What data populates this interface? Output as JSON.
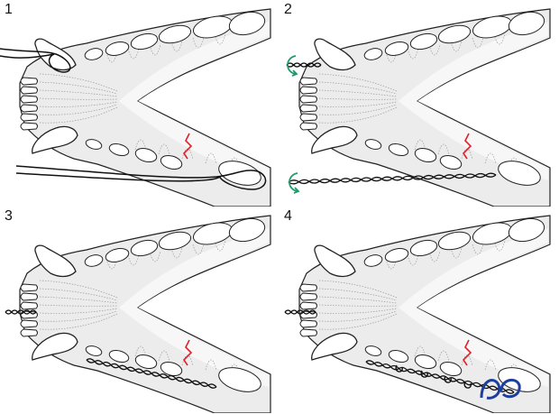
{
  "panels": [
    {
      "label": "1",
      "step": "wire-passed-around-teeth"
    },
    {
      "label": "2",
      "step": "wire-ends-twisted"
    },
    {
      "label": "3",
      "step": "twisted-wire-interdental-tightened"
    },
    {
      "label": "4",
      "step": "loops-twisted-and-tightened"
    }
  ],
  "colors": {
    "outline": "#222222",
    "bone": "#ececec",
    "bone_inner": "#f7f7f7",
    "fracture": "#e0202a",
    "twist_arrow": "#1f9b6b",
    "loop_highlight": "#1d3e9e",
    "wire": "#111111"
  }
}
